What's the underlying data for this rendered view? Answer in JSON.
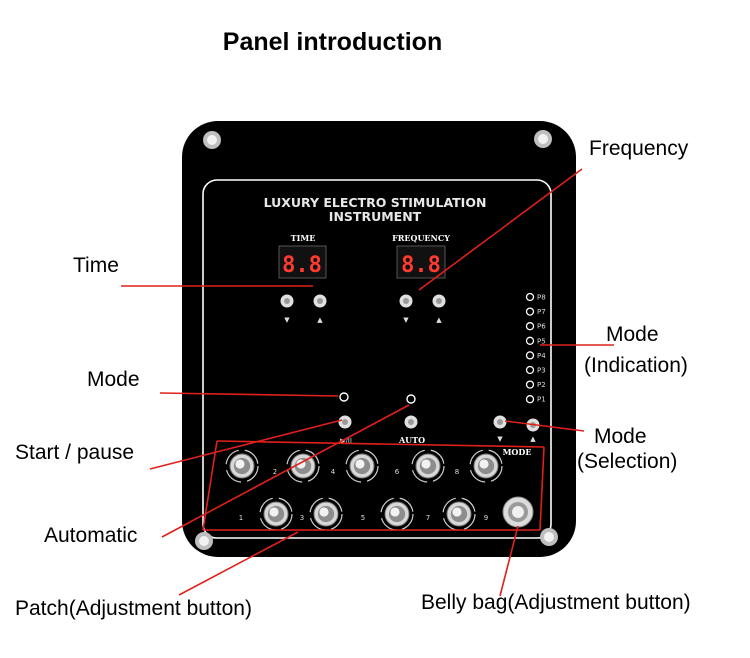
{
  "title": "Panel introduction",
  "device": {
    "header_line1": "LUXURY ELECTRO STIMULATION",
    "header_line2": "INSTRUMENT",
    "time_label": "TIME",
    "frequency_label": "FREQUENCY",
    "time_display": "8.8",
    "frequency_display": "8.8",
    "down_arrow": "▼",
    "up_arrow": "▲",
    "play_pause_label": "▶/II",
    "auto_label": "AUTO",
    "mode_label": "MODE",
    "mode_indicators": [
      "P8",
      "P7",
      "P6",
      "P5",
      "P4",
      "P3",
      "P2",
      "P1"
    ],
    "knob_numbers_top": [
      "2",
      "4",
      "6",
      "8"
    ],
    "knob_numbers_bottom": [
      "1",
      "3",
      "5",
      "7",
      "9"
    ]
  },
  "callouts": {
    "frequency": "Frequency",
    "time": "Time",
    "mode_indication_1": "Mode",
    "mode_indication_2": "(Indication)",
    "mode": "Mode",
    "start_pause": "Start / pause",
    "mode_selection_1": "Mode",
    "mode_selection_2": "(Selection)",
    "automatic": "Automatic",
    "patch": "Patch(Adjustment button)",
    "belly_bag": "Belly bag(Adjustment button)"
  },
  "colors": {
    "panel": "#000000",
    "callout_line": "#e0201b",
    "display_digits": "#ff3b30"
  }
}
